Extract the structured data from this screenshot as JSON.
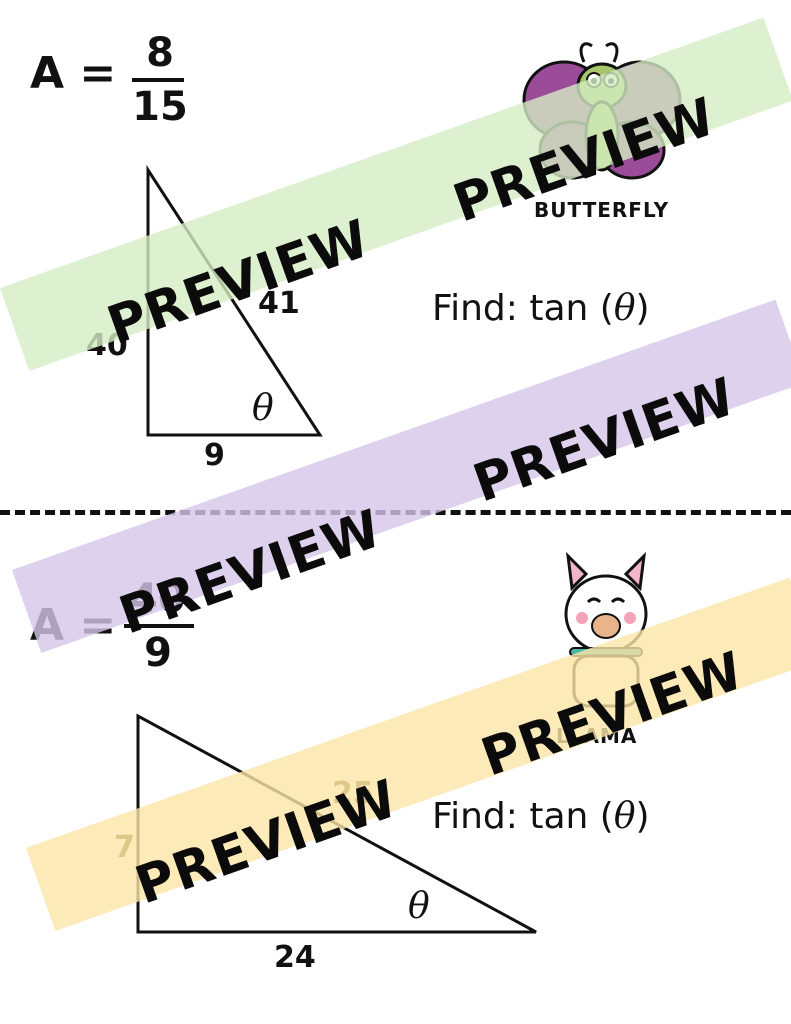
{
  "cards": [
    {
      "answer_label": "A =",
      "numerator": "8",
      "denominator": "15",
      "sides": {
        "hyp": "41",
        "vertical": "40",
        "base": "9"
      },
      "angle": "θ",
      "prompt_prefix": "Find: tan (",
      "prompt_theta": "θ",
      "prompt_suffix": ")",
      "mascot": {
        "name": "BUTTERFLY",
        "icon": "butterfly-icon"
      }
    },
    {
      "answer_label": "A =",
      "numerator": "40",
      "denominator": "9",
      "sides": {
        "hyp": "25",
        "vertical": "7",
        "base": "24"
      },
      "angle": "θ",
      "prompt_prefix": "Find: tan (",
      "prompt_theta": "θ",
      "prompt_suffix": ")",
      "mascot": {
        "name": "LLAMA",
        "icon": "llama-icon"
      }
    }
  ],
  "watermark": "PREVIEW",
  "colors": {
    "green_band": "#d5ecc3",
    "purple_band": "#d4c6ea",
    "yellow_band": "#fbe5a6"
  }
}
